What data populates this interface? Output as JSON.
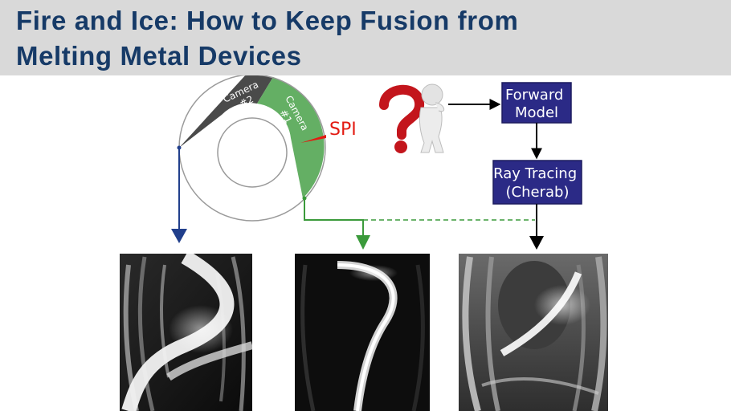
{
  "title": {
    "line1": "Fire and Ice: How to Keep Fusion from",
    "line2": "Melting Metal Devices"
  },
  "diagram": {
    "camera2_label": {
      "line1": "Camera",
      "line2": "#2"
    },
    "camera1_label": {
      "line1": "Camera",
      "line2": "#1"
    },
    "spi_label": "SPI",
    "forward_model": {
      "line1": "Forward",
      "line2": "Model"
    },
    "ray_tracing": {
      "line1": "Ray Tracing",
      "line2": "(Cherab)"
    },
    "icons": [
      "question-mark-figure-icon"
    ],
    "colors": {
      "blue_arrow": "#213f8c",
      "green": "#3b9a3b",
      "box_fill": "#2b2a86",
      "spi_red": "#e31b12",
      "title_text": "#163a67",
      "title_bar": "#d9d9d9"
    }
  }
}
